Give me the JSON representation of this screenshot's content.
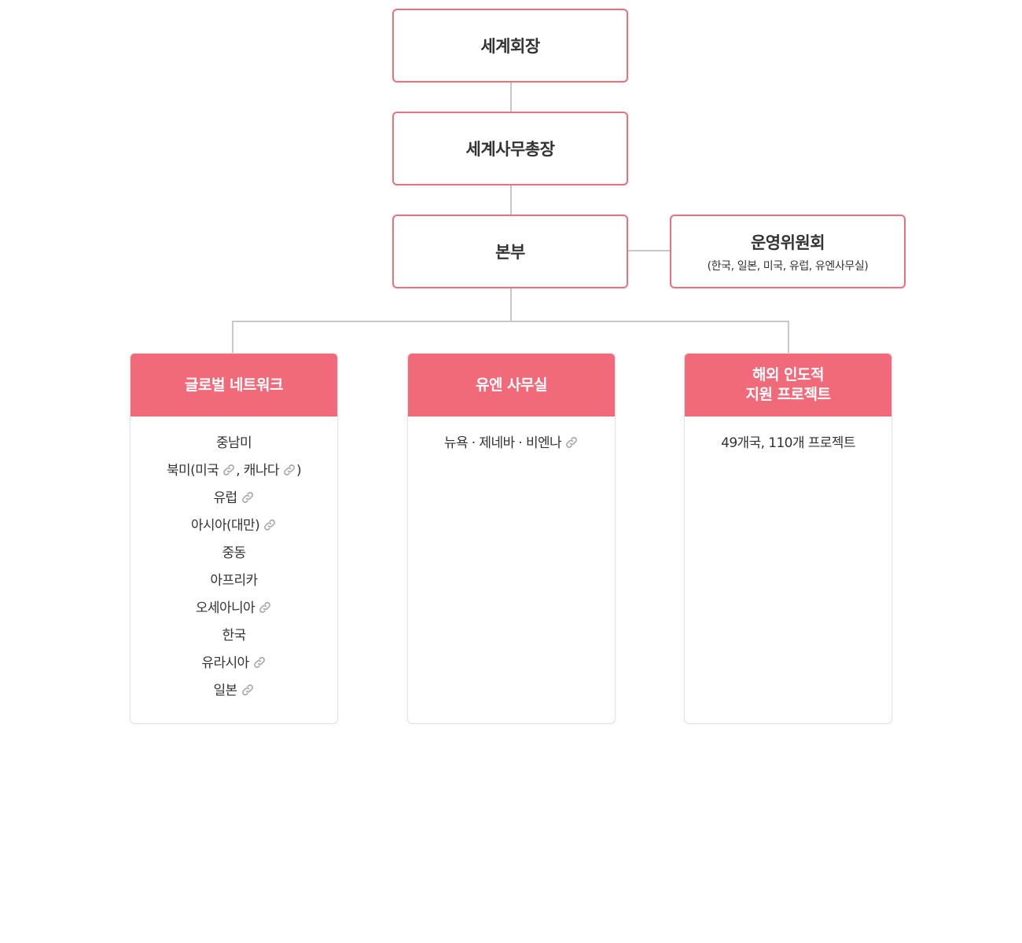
{
  "chart": {
    "top": {
      "title": "세계회장"
    },
    "secretary": {
      "title": "세계사무총장"
    },
    "hq": {
      "title": "본부"
    },
    "committee": {
      "title": "운영위원회",
      "subtitle": "(한국, 일본, 미국, 유럽, 유엔사무실)"
    },
    "departments": [
      {
        "title": "글로벌 네트워크",
        "items": [
          {
            "text": "중남미"
          },
          {
            "text": "북미(미국",
            "mid": ", 캐나다",
            "tail": ")"
          },
          {
            "text": "유럽"
          },
          {
            "text": "아시아(대만)"
          },
          {
            "text": "중동"
          },
          {
            "text": "아프리카"
          },
          {
            "text": "오세아니아"
          },
          {
            "text": "한국"
          },
          {
            "text": "유라시아"
          },
          {
            "text": "일본"
          }
        ]
      },
      {
        "title": "유엔 사무실",
        "items": [
          {
            "text": "뉴욕 · 제네바 · 비엔나"
          }
        ]
      },
      {
        "title_line1": "해외 인도적",
        "title_line2": "지원 프로젝트",
        "items": [
          {
            "text": "49개국, 110개 프로젝트"
          }
        ]
      }
    ]
  },
  "colors": {
    "accent": "#f06a7a",
    "border": "#e9707e",
    "connector": "#c8c8c8",
    "link_icon": "#aaaaaa"
  },
  "icons": {
    "link": "link-icon"
  }
}
